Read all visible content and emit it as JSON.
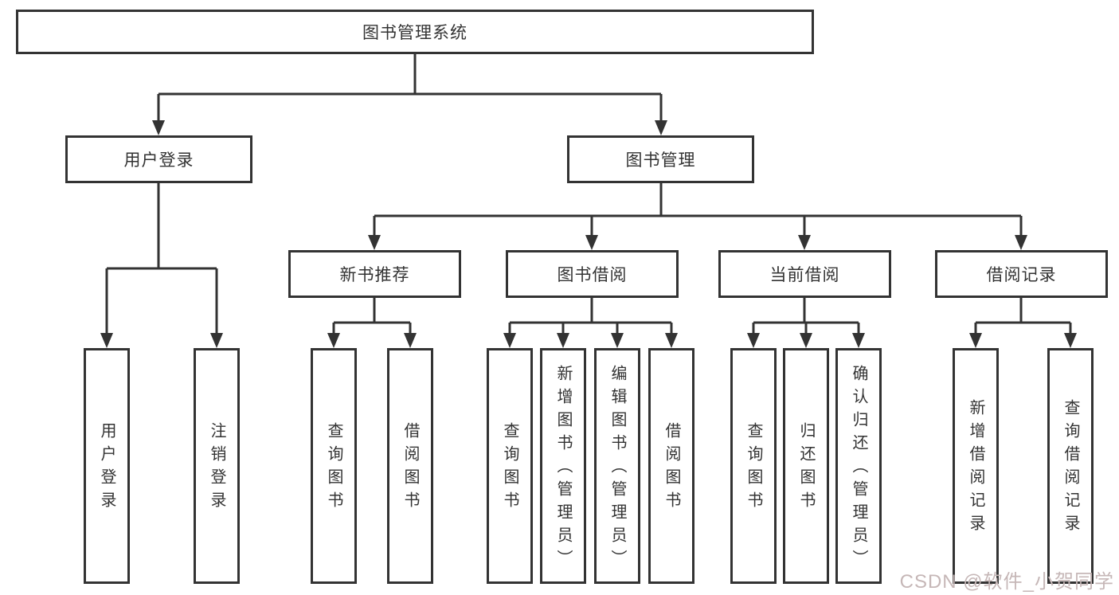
{
  "diagram": {
    "tree": {
      "label": "图书管理系统",
      "children": [
        {
          "label": "用户登录",
          "children": [
            {
              "label": "用户登录"
            },
            {
              "label": "注销登录"
            }
          ]
        },
        {
          "label": "图书管理",
          "children": [
            {
              "label": "新书推荐",
              "children": [
                {
                  "label": "查询图书"
                },
                {
                  "label": "借阅图书"
                }
              ]
            },
            {
              "label": "图书借阅",
              "children": [
                {
                  "label": "查询图书"
                },
                {
                  "label": "新增图书（管理员）"
                },
                {
                  "label": "编辑图书（管理员）"
                },
                {
                  "label": "借阅图书"
                }
              ]
            },
            {
              "label": "当前借阅",
              "children": [
                {
                  "label": "查询图书"
                },
                {
                  "label": "归还图书"
                },
                {
                  "label": "确认归还（管理员）"
                }
              ]
            },
            {
              "label": "借阅记录",
              "children": [
                {
                  "label": "新增借阅记录"
                },
                {
                  "label": "查询借阅记录"
                }
              ]
            }
          ]
        }
      ]
    },
    "colors": {
      "line": "#333333",
      "box_border": "#333333",
      "text": "#333333",
      "background": "#ffffff",
      "watermark": "#c6b7b7"
    }
  },
  "watermark": {
    "text": "CSDN @软件_小贺同学"
  }
}
